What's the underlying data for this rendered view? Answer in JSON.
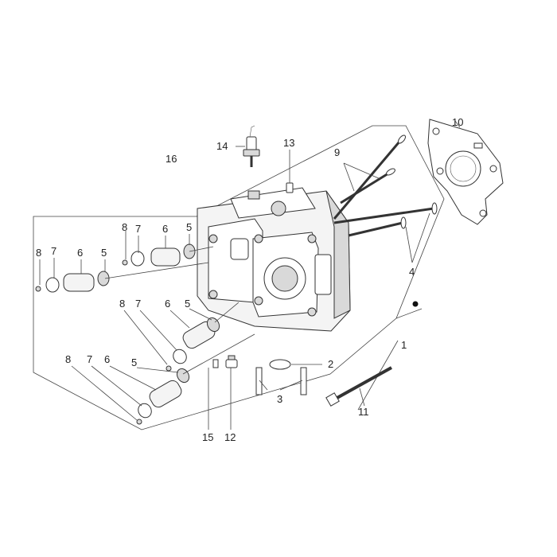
{
  "labels": {
    "p1": "1",
    "p2": "2",
    "p3": "3",
    "p4": "4",
    "p5a": "5",
    "p5b": "5",
    "p5c": "5",
    "p5d": "5",
    "p6a": "6",
    "p6b": "6",
    "p6c": "6",
    "p6d": "6",
    "p7a": "7",
    "p7b": "7",
    "p7c": "7",
    "p7d": "7",
    "p8a": "8",
    "p8b": "8",
    "p8c": "8",
    "p8d": "8",
    "p9": "9",
    "p10": "10",
    "p11": "11",
    "p12": "12",
    "p13": "13",
    "p14": "14",
    "p15": "15",
    "p16": "16"
  }
}
